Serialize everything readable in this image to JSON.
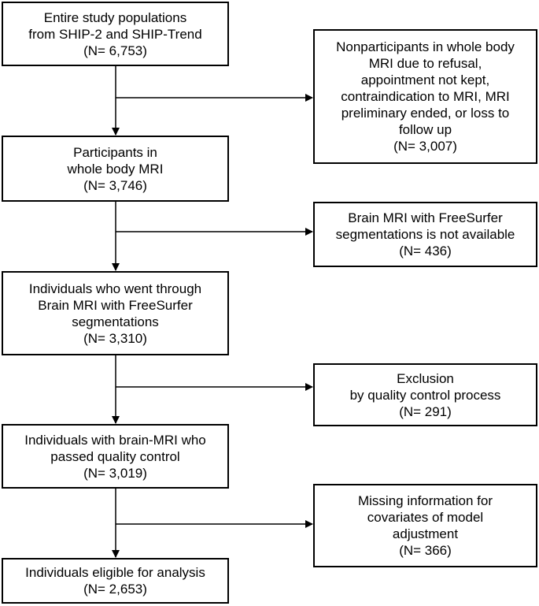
{
  "main_steps": [
    {
      "lines": [
        "Entire study populations",
        "from SHIP-2 and SHIP-Trend",
        "(N= 6,753)"
      ]
    },
    {
      "lines": [
        "Participants in",
        "whole body MRI",
        "(N= 3,746)"
      ]
    },
    {
      "lines": [
        "Individuals who went through",
        "Brain MRI with FreeSurfer",
        "segmentations",
        "(N= 3,310)"
      ]
    },
    {
      "lines": [
        "Individuals with brain-MRI who",
        "passed quality control",
        "(N= 3,019)"
      ]
    },
    {
      "lines": [
        "Individuals eligible for analysis",
        "(N= 2,653)"
      ]
    }
  ],
  "exclusions": [
    {
      "lines": [
        "Nonparticipants in whole body",
        "MRI due to refusal,",
        "appointment not kept,",
        "contraindication to MRI, MRI",
        "preliminary ended, or loss to",
        "follow up",
        "(N= 3,007)"
      ]
    },
    {
      "lines": [
        "Brain MRI with FreeSurfer",
        "segmentations is not available",
        "(N= 436)"
      ]
    },
    {
      "lines": [
        "Exclusion",
        "by quality control process",
        "(N= 291)"
      ]
    },
    {
      "lines": [
        "Missing information for",
        "covariates of model",
        "adjustment",
        "(N= 366)"
      ]
    }
  ]
}
